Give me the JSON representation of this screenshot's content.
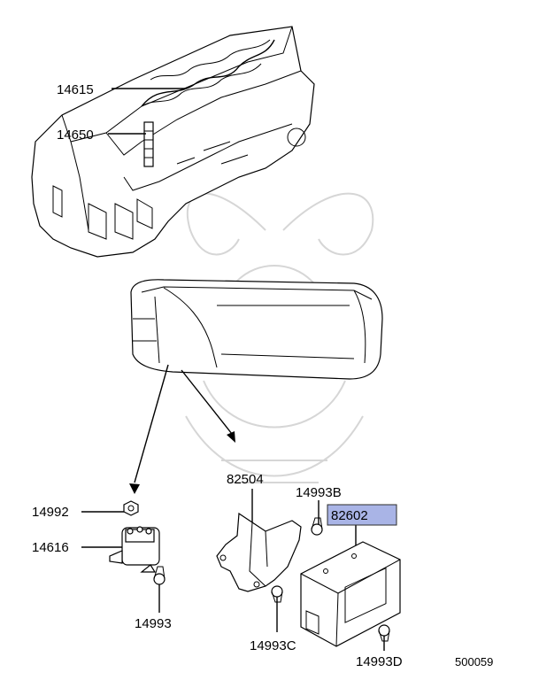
{
  "labels": {
    "l14615": "14615",
    "l14650": "14650",
    "l82504": "82504",
    "l14993B": "14993B",
    "l82602": "82602",
    "l14992": "14992",
    "l14616": "14616",
    "l14993": "14993",
    "l14993C": "14993C",
    "l14993D": "14993D",
    "diagram_id": "500059"
  },
  "highlight_color": "#a9b4e6"
}
